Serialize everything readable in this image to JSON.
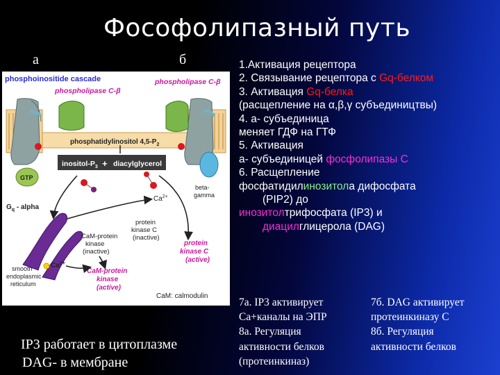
{
  "slide": {
    "title": "Фософолипазный путь",
    "panel_a": "а",
    "panel_b": "б"
  },
  "figure": {
    "labels": {
      "cascade": "phosphoinositide cascade",
      "plc_beta": "phospholipase C-β",
      "plc_beta_2": "phospholipase C-β",
      "pip2": "phosphatidylinositol 4,5-P",
      "pip2_sub": "2",
      "ip3": "inositol-P",
      "ip3_sub": "3",
      "plus": "+",
      "dag": "diacylglycerol",
      "gtp": "GTP",
      "gq_alpha": "G",
      "gq_sub": "q",
      "gq_rest": " - alpha",
      "ca_1": "Ca",
      "ca_1_sup": "2+",
      "ca_2": "Ca",
      "ca_2_sup": "2+",
      "beta_gamma_1": "beta-",
      "beta_gamma_2": "gamma",
      "cam_kinase_inactive_1": "CaM-protein",
      "cam_kinase_inactive_2": "kinase",
      "cam_kinase_inactive_3": "(inactive)",
      "pkc_inactive_1": "protein",
      "pkc_inactive_2": "kinase C",
      "pkc_inactive_3": "(inactive)",
      "pkc_active_1": "protein",
      "pkc_active_2": "kinase C",
      "pkc_active_3": "(active)",
      "er_1": "smooth",
      "er_2": "endoplasmic",
      "er_3": "reticulum",
      "cam_kinase_active_1": "CaM-protein",
      "cam_kinase_active_2": "kinase",
      "cam_kinase_active_3": "(active)",
      "cam_legend": "CaM: calmodulin"
    }
  },
  "steps": [
    [
      {
        "t": "1.Активация рецептора"
      }
    ],
    [
      {
        "t": "2. Связывание рецептора с "
      },
      {
        "t": "Gq-белком",
        "c": "red"
      }
    ],
    [
      {
        "t": "3. Активация "
      },
      {
        "t": "Gq-белка",
        "c": "red"
      }
    ],
    [
      {
        "t": "(расщепление на α,β,γ субъедиництвы)"
      }
    ],
    [
      {
        "t": "4. а- субъединица"
      }
    ],
    [
      {
        "t": "меняет ГДФ на ГТФ"
      }
    ],
    [
      {
        "t": "5. Активация"
      }
    ],
    [
      {
        "t": "а- субъединицей "
      },
      {
        "t": "фосфолипазы С",
        "c": "mag"
      }
    ],
    [
      {
        "t": "6. Расщепление"
      }
    ],
    [
      {
        "t": "фосфатидил"
      },
      {
        "t": "инозитол",
        "c": "grn"
      },
      {
        "t": "а дифосфата"
      }
    ],
    [
      {
        "t": "(PIP2) до",
        "ind": true
      }
    ],
    [
      {
        "t": "инозитол",
        "c": "mag"
      },
      {
        "t": "трифосфата (IP3) и"
      }
    ],
    [
      {
        "t": "диацил",
        "c": "mag",
        "ind": true
      },
      {
        "t": "глицерола (DAG)"
      }
    ]
  ],
  "notes": {
    "col1": [
      "7а. IP3 активирует",
      "Са+каналы на ЭПР",
      "8а. Регуляция",
      "активности белков",
      "(протеинкиназ)"
    ],
    "col2": [
      "7б. DAG активирует",
      "протеинкиназу С",
      "8б. Регуляция",
      "активности белков"
    ]
  },
  "bottom_left": {
    "line1": "IP3 работает в цитоплазме",
    "line2": "DAG- в мембране"
  },
  "colors": {
    "red_text": "#ff1a1a",
    "magenta_text": "#ff2bd6",
    "green_text": "#86f286",
    "figure_blue_label": "#2b2bd6",
    "figure_magenta_label": "#c8189c"
  }
}
